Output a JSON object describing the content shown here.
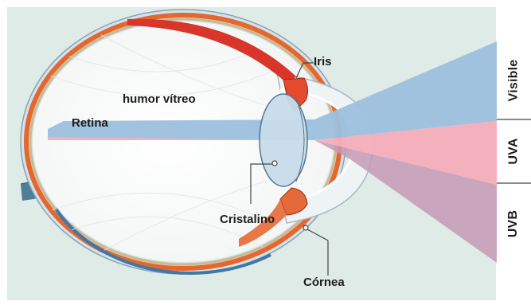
{
  "labels": {
    "iris": "Iris",
    "humor_vitreo": "humor vítreo",
    "retina": "Retina",
    "cristalino": "Cristalino",
    "cornea": "Córnea"
  },
  "bands": [
    {
      "id": "visible",
      "label": "Visible",
      "color": "#9dc0dd"
    },
    {
      "id": "uva",
      "label": "UVA",
      "color": "#f4aebb"
    },
    {
      "id": "uvb",
      "label": "UVB",
      "color": "#c69ab6"
    }
  ],
  "colors": {
    "background": "#deebe7",
    "sclera_red": "#e0542b",
    "vitreous": "#ffffff",
    "optic_nerve": "#4f7d9c"
  }
}
